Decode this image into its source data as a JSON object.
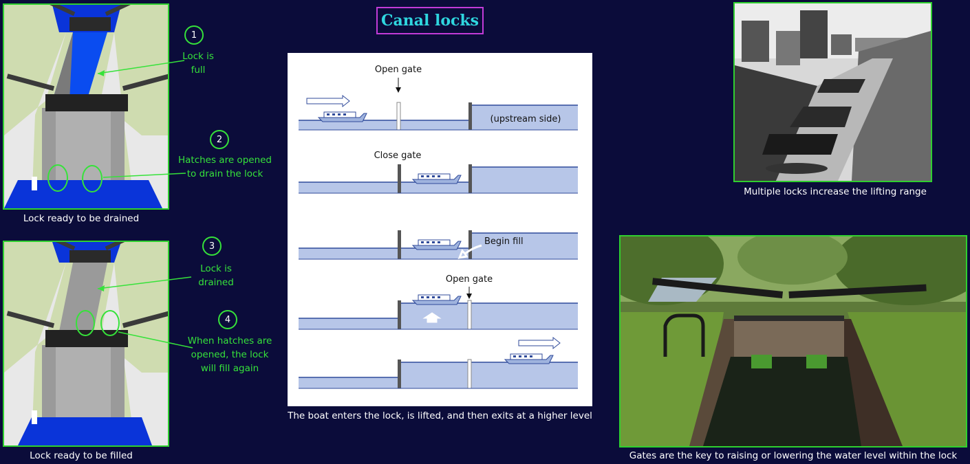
{
  "title": "Canal locks",
  "left_panels": {
    "top_caption": "Lock ready to be drained",
    "bottom_caption": "Lock ready to be filled"
  },
  "steps": [
    {
      "number": "1",
      "text_line1": "Lock is",
      "text_line2": "full"
    },
    {
      "number": "2",
      "text_line1": "Hatches are opened",
      "text_line2": "to drain the lock"
    },
    {
      "number": "3",
      "text_line1": "Lock is",
      "text_line2": "drained"
    },
    {
      "number": "4",
      "text_line1": "When hatches are",
      "text_line2": "opened, the lock",
      "text_line3": "will fill again"
    }
  ],
  "diagram": {
    "caption": "The boat enters the lock, is lifted, and then exits at a higher level",
    "labels": {
      "open_gate_1": "Open gate",
      "upstream": "(upstream side)",
      "close_gate": "Close gate",
      "begin_fill": "Begin fill",
      "open_gate_2": "Open gate"
    }
  },
  "photos": {
    "top_caption": "Multiple locks increase the lifting range",
    "bottom_caption": "Gates are the key to raising or lowering the water level within the lock"
  },
  "colors": {
    "background": "#0b0c3a",
    "accent_green": "#36e23a",
    "title_cyan": "#2fd6df",
    "title_border": "#c23bd8",
    "water": "#b7c6e8",
    "water_line": "#2f4a9a"
  }
}
